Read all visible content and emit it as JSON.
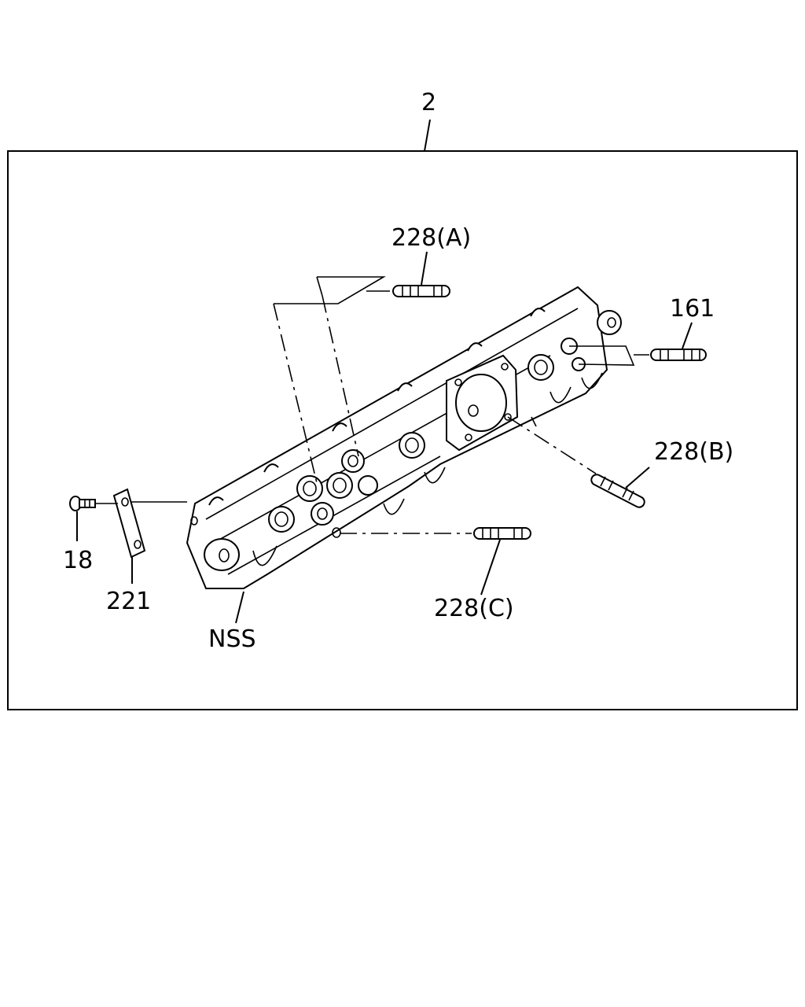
{
  "labels": {
    "assembly": "2",
    "stud_a": "228(A)",
    "stud_b": "228(B)",
    "stud_c": "228(C)",
    "stud_161": "161",
    "bolt": "18",
    "plate": "221",
    "nss": "NSS"
  }
}
